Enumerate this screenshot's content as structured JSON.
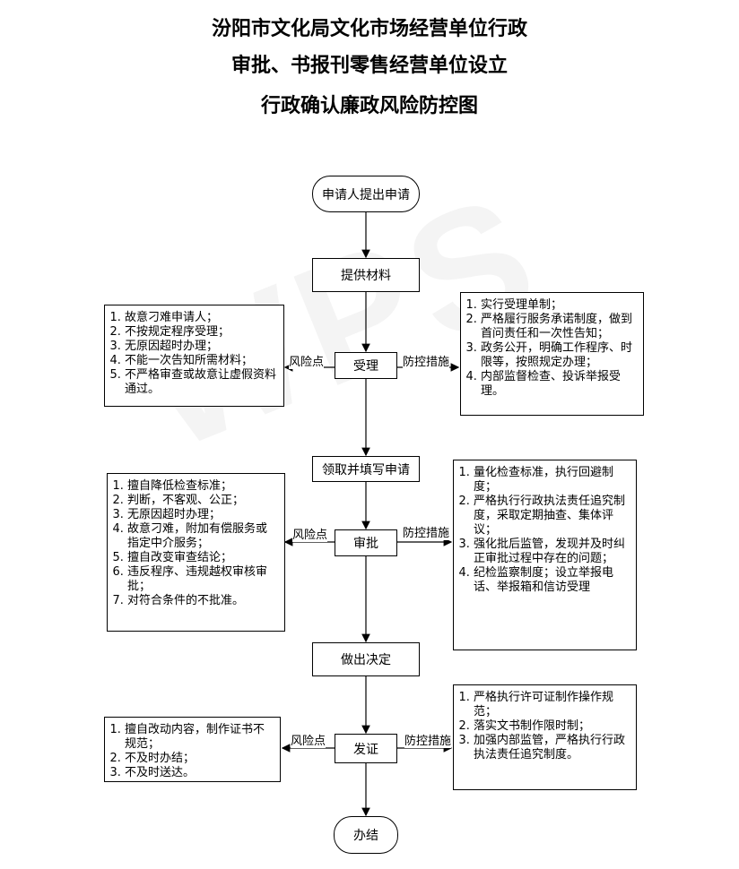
{
  "title": {
    "line1": "汾阳市文化局文化市场经营单位行政",
    "line2": "审批、书报刊零售经营单位设立",
    "line3": "行政确认廉政风险防控图"
  },
  "watermark": "WPS",
  "flow": {
    "start": "申请人提出申请",
    "provide": "提供材料",
    "accept": "受理",
    "collect": "领取并填写申请",
    "approve": "审批",
    "decide": "做出决定",
    "issue": "发证",
    "end": "办结"
  },
  "labels": {
    "risk": "风险点",
    "control": "防控措施"
  },
  "accept_risks": [
    "故意刁难申请人；",
    "不按规定程序受理；",
    "无原因超时办理；",
    "不能一次告知所需材料；",
    "不严格审查或故意让虚假资料通过。"
  ],
  "accept_controls": [
    "实行受理单制；",
    "严格履行服务承诺制度，做到首问责任和一次性告知；",
    "政务公开，明确工作程序、时限等，按照规定办理；",
    "内部监督检查、投诉举报受理。"
  ],
  "approve_risks": [
    "擅自降低检查标准；",
    "判断，不客观、公正；",
    "无原因超时办理；",
    "故意刁难，附加有偿服务或指定中介服务；",
    "擅自改变审查结论；",
    "违反程序、违规越权审核审批；",
    "对符合条件的不批准。"
  ],
  "approve_controls": [
    "量化检查标准，执行回避制度；",
    "严格执行行政执法责任追究制度，采取定期抽查、集体评议；",
    "强化批后监管，发现并及时纠正审批过程中存在的问题；",
    "纪检监察制度；设立举报电话、举报箱和信访受理"
  ],
  "issue_risks": [
    "擅自改动内容，制作证书不规范；",
    "不及时办结；",
    "不及时送达。"
  ],
  "issue_controls": [
    "严格执行许可证制作操作规范；",
    "落实文书制作限时制；",
    "加强内部监管，严格执行行政执法责任追究制度。"
  ]
}
